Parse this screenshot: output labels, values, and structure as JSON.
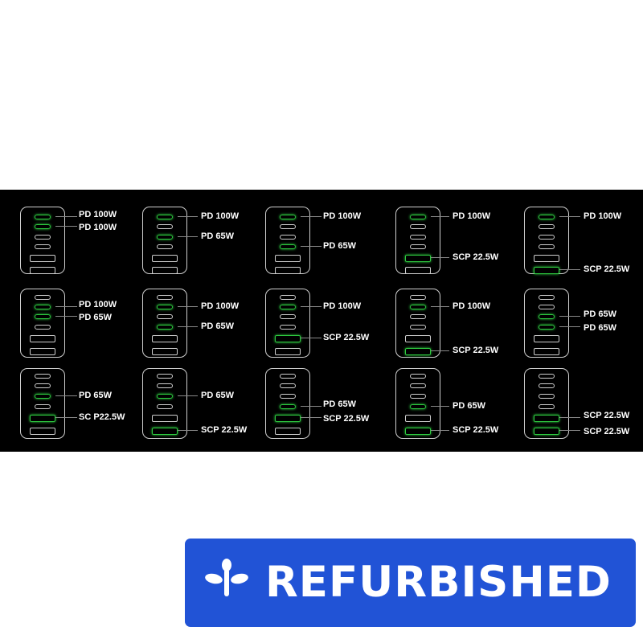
{
  "colors": {
    "panel_background": "#000000",
    "charger_outline": "#cfcfcf",
    "active_port": "#2ecc40",
    "badge_background": "#2153d6",
    "badge_text": "#ffffff"
  },
  "port_order": [
    "usb-c",
    "usb-c",
    "usb-c",
    "usb-c",
    "usb-a",
    "usb-a"
  ],
  "configurations": [
    {
      "ports": [
        {
          "port": 1,
          "label": "PD 100W"
        },
        {
          "port": 2,
          "label": "PD 100W"
        }
      ]
    },
    {
      "ports": [
        {
          "port": 1,
          "label": "PD 100W"
        },
        {
          "port": 3,
          "label": "PD 65W"
        }
      ]
    },
    {
      "ports": [
        {
          "port": 1,
          "label": "PD 100W"
        },
        {
          "port": 4,
          "label": "PD 65W"
        }
      ]
    },
    {
      "ports": [
        {
          "port": 1,
          "label": "PD 100W"
        },
        {
          "port": 5,
          "label": "SCP 22.5W"
        }
      ]
    },
    {
      "ports": [
        {
          "port": 1,
          "label": "PD 100W"
        },
        {
          "port": 6,
          "label": "SCP 22.5W"
        }
      ]
    },
    {
      "ports": [
        {
          "port": 2,
          "label": "PD 100W"
        },
        {
          "port": 3,
          "label": "PD 65W"
        }
      ]
    },
    {
      "ports": [
        {
          "port": 2,
          "label": "PD 100W"
        },
        {
          "port": 4,
          "label": "PD 65W"
        }
      ]
    },
    {
      "ports": [
        {
          "port": 2,
          "label": "PD 100W"
        },
        {
          "port": 5,
          "label": "SCP 22.5W"
        }
      ]
    },
    {
      "ports": [
        {
          "port": 2,
          "label": "PD 100W"
        },
        {
          "port": 6,
          "label": "SCP 22.5W"
        }
      ]
    },
    {
      "ports": [
        {
          "port": 3,
          "label": "PD 65W"
        },
        {
          "port": 4,
          "label": "PD 65W"
        }
      ]
    },
    {
      "ports": [
        {
          "port": 3,
          "label": "PD 65W"
        },
        {
          "port": 5,
          "label": "SC P22.5W"
        }
      ]
    },
    {
      "ports": [
        {
          "port": 3,
          "label": "PD 65W"
        },
        {
          "port": 6,
          "label": "SCP 22.5W"
        }
      ]
    },
    {
      "ports": [
        {
          "port": 4,
          "label": "PD 65W"
        },
        {
          "port": 5,
          "label": "SCP 22.5W"
        }
      ]
    },
    {
      "ports": [
        {
          "port": 4,
          "label": "PD 65W"
        },
        {
          "port": 6,
          "label": "SCP 22.5W"
        }
      ]
    },
    {
      "ports": [
        {
          "port": 5,
          "label": "SCP 22.5W"
        },
        {
          "port": 6,
          "label": "SCP 22.5W"
        }
      ]
    }
  ],
  "badge": {
    "icon": "sprout-icon",
    "text": "REFURBISHED"
  }
}
